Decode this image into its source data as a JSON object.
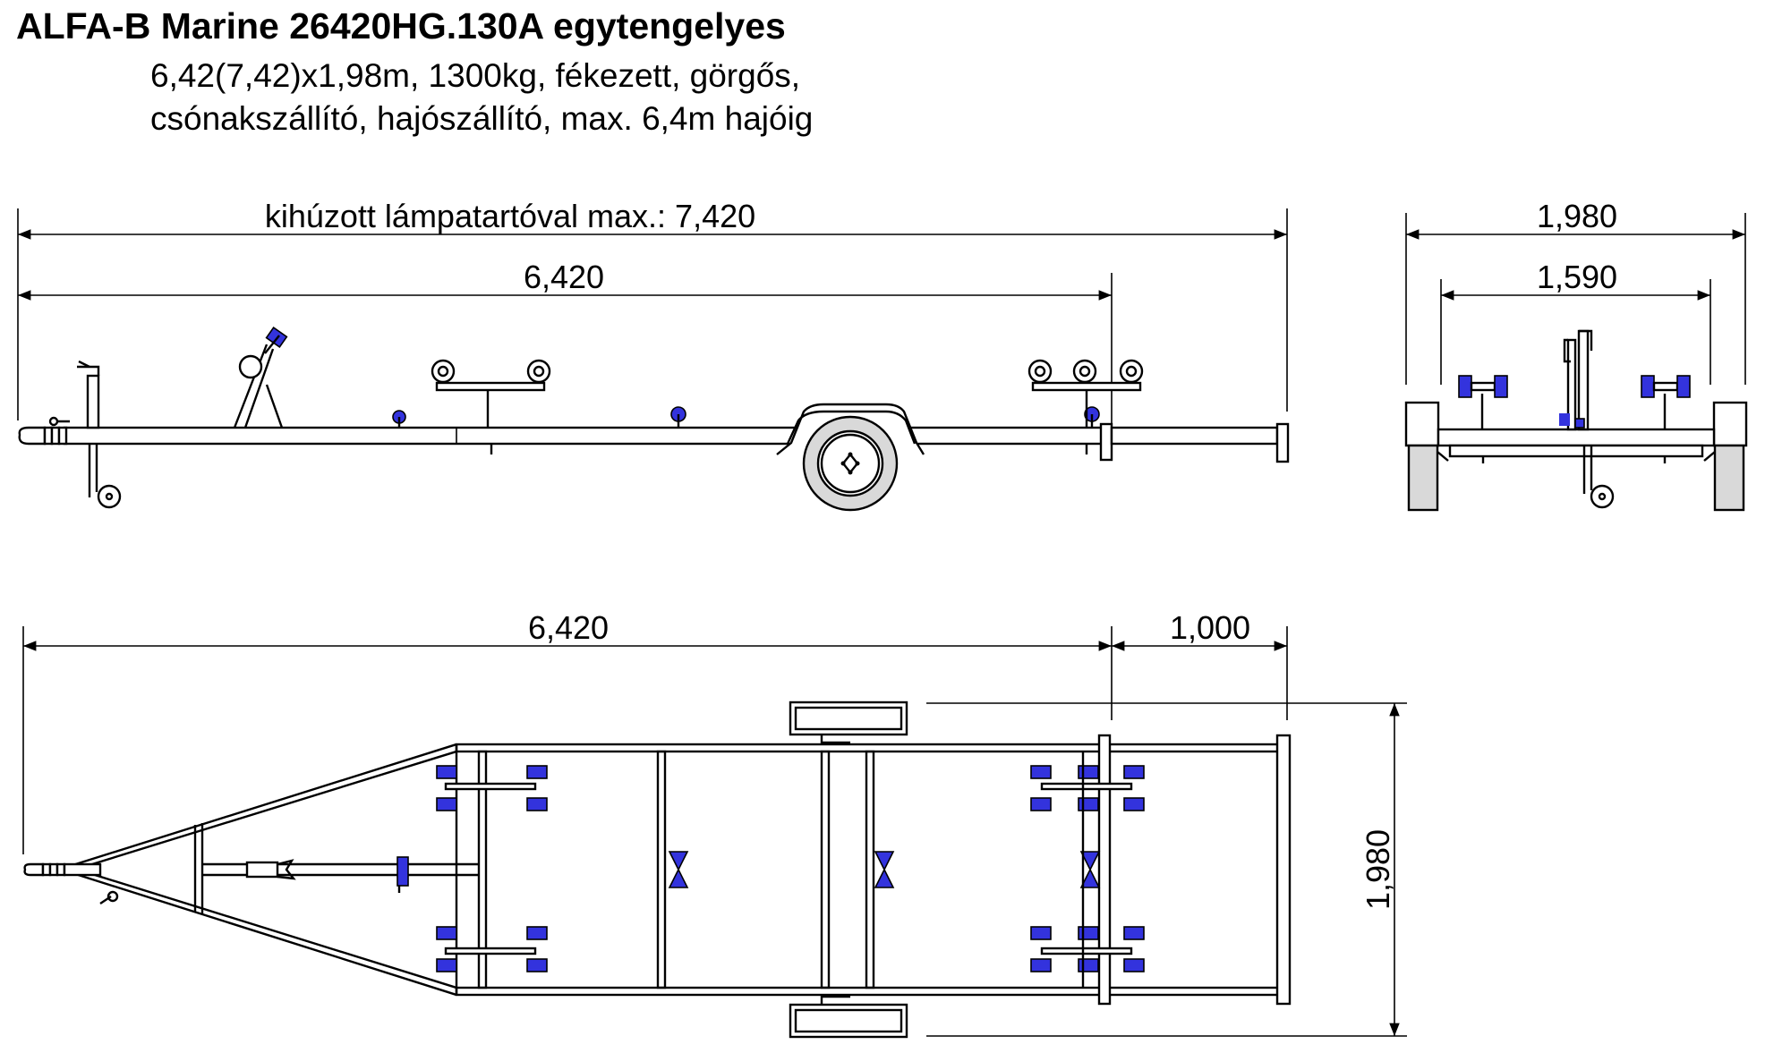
{
  "header": {
    "title": "ALFA-B Marine 26420HG.130A egytengelyes",
    "subtitle_line1": "6,42(7,42)x1,98m, 1300kg, fékezett, görgős,",
    "subtitle_line2": "csónakszállító, hajószállító, max. 6,4m hajóig"
  },
  "side_view": {
    "dim_total_label": "kihúzott lámpatartóval max.: 7,420",
    "dim_length": "6,420"
  },
  "rear_view": {
    "dim_width": "1,980",
    "dim_track": "1,590"
  },
  "top_view": {
    "dim_length": "6,420",
    "dim_extension": "1,000",
    "dim_width": "1,980"
  },
  "colors": {
    "line": "#000000",
    "rollers": "#3333dd",
    "tire": "#d9d9d9"
  }
}
